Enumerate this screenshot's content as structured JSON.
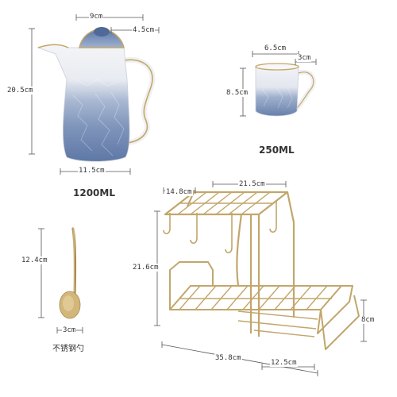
{
  "products": {
    "pitcher": {
      "capacity": "1200ML",
      "dimensions": {
        "top_width": "9cm",
        "lid_width": "4.5cm",
        "height": "20.5cm",
        "base_width": "11.5cm"
      }
    },
    "cup": {
      "capacity": "250ML",
      "dimensions": {
        "top_width": "6.5cm",
        "handle_width": "3cm",
        "height": "8.5cm"
      }
    },
    "spoon": {
      "material": "不锈钢勺",
      "dimensions": {
        "length": "12.4cm",
        "bowl_width": "3cm"
      }
    },
    "rack": {
      "dimensions": {
        "top_depth": "14.8cm",
        "top_width": "21.5cm",
        "height": "21.6cm",
        "side_height": "8cm",
        "total_length": "35.8cm",
        "tray_width": "12.5cm"
      }
    }
  },
  "colors": {
    "ceramic_top": "#f3f4f7",
    "ceramic_blue": "#7d93b8",
    "ceramic_dark": "#56709d",
    "gold": "#c9ad72",
    "gold_dark": "#a88a4f",
    "dimension_line": "#555555"
  }
}
